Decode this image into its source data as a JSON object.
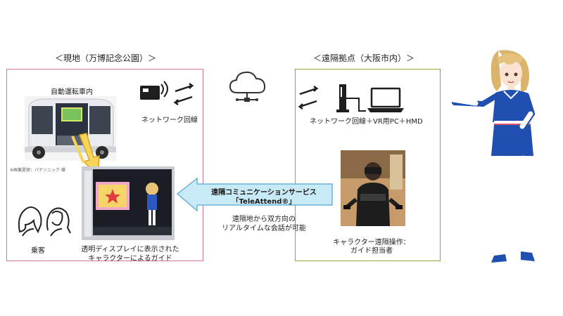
{
  "site": {
    "title": "＜現地（万博記念公園）＞",
    "bus_interior_label": "自動運転車内",
    "network_label": "ネットワーク回線",
    "image_credit": "※画像提供：パナソニック 様",
    "passengers_label": "乗客",
    "display_caption_line1": "透明ディスプレイに表示された",
    "display_caption_line2": "キャラクターによるガイド"
  },
  "remote": {
    "title": "＜遠隔拠点（大阪市内）＞",
    "equipment_label": "ネットワーク回線＋VR用PC＋HMD",
    "operator_line1": "キャラクター遠隔操作：",
    "operator_line2": "ガイド担当者"
  },
  "service": {
    "name_line1": "遠隔コミュニケーションサービス",
    "name_line2": "「TeleAttend®」",
    "desc_line1": "遠隔地から双方向の",
    "desc_line2": "リアルタイムな会話が可能"
  },
  "colors": {
    "site_border": "#d6779a",
    "remote_border": "#8aa83a",
    "arrow_fill": "#c8e9f6",
    "arrow_stroke": "#6cb4d8",
    "accent_blue": "#1f4fb0"
  }
}
